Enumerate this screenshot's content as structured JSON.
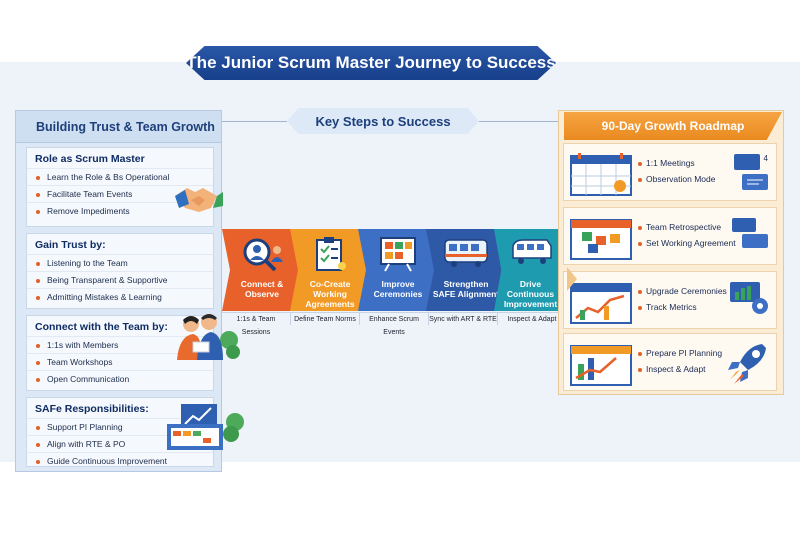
{
  "title": "The Junior Scrum Master Journey to Success",
  "key_steps": "Key Steps to Success",
  "left": {
    "heading": "Building Trust & Team Growth",
    "sections": [
      {
        "title": "Role as Scrum Master",
        "items": [
          "Learn the Role & Bs Operational",
          "Facilitate Team Events",
          "Remove Impediments"
        ]
      },
      {
        "title": "Gain Trust by:",
        "items": [
          "Listening to the Team",
          "Being Transparent & Supportive",
          "Admitting Mistakes & Learning"
        ]
      },
      {
        "title": "Connect with the Team by:",
        "items": [
          "1:1s with Members",
          "Team Workshops",
          "Open Communication"
        ]
      },
      {
        "title": "SAFe Responsibilities:",
        "items": [
          "Support PI Planning",
          "Align with RTE & PO",
          "Guide Continuous Improvement"
        ]
      }
    ]
  },
  "steps": [
    {
      "label": "Connect & Observe",
      "sub": "1:1s & Team Sessions",
      "color": "#e8612a",
      "icon": "magnifier-people-icon"
    },
    {
      "label": "Co-Create Working Agreements",
      "sub": "Define Team Norms",
      "color": "#f29a26",
      "icon": "checklist-icon"
    },
    {
      "label": "Improve Ceremonies",
      "sub": "Enhance Scrum Events",
      "color": "#3d6fc4",
      "icon": "board-icon"
    },
    {
      "label": "Strengthen SAFE Alignment",
      "sub": "Sync with ART & RTE",
      "color": "#2e59a6",
      "icon": "train-icon"
    },
    {
      "label": "Drive Continuous Improvement",
      "sub": "Inspect & Adapt",
      "color": "#1f9bb0",
      "icon": "train-icon"
    }
  ],
  "right": {
    "heading": "90-Day Growth Roadmap",
    "badge": "4",
    "cards": [
      {
        "items": [
          "1:1 Meetings",
          "Observation Mode"
        ],
        "icon": "chat-bubbles-icon"
      },
      {
        "items": [
          "Team Retrospective",
          "Set Working Agreement"
        ],
        "icon": "chat-bubbles-icon"
      },
      {
        "items": [
          "Upgrade Ceremonies",
          "Track Metrics"
        ],
        "icon": "metrics-icon"
      },
      {
        "items": [
          "Prepare PI Planning",
          "Inspect & Adapt"
        ],
        "icon": "rocket-icon"
      }
    ]
  },
  "colors": {
    "navy": "#173f8a",
    "orange": "#ea8a20",
    "panel_blue": "#dde8f6",
    "panel_orange": "#fbecd6"
  }
}
